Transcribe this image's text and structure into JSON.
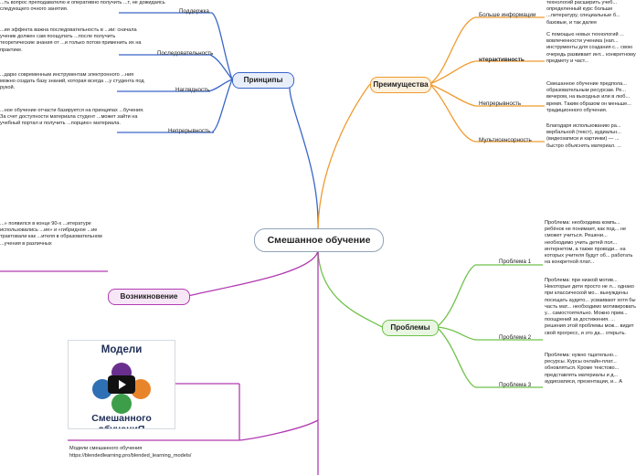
{
  "central": {
    "label": "Смешанное обучение"
  },
  "colors": {
    "principles": "#3a66c7",
    "advantages": "#f09a2e",
    "problems": "#6fc24a",
    "origin": "#b23bb2"
  },
  "principles": {
    "label": "Принципы",
    "items": [
      {
        "label": "Поддержка",
        "text": "...ть вопрос преподавателю и оперативно получить ...т, не дожидаясь следующего очного занятия."
      },
      {
        "label": "Последовательность",
        "text": "...ия эффекта важна последовательность в ...ии: сначала ученик должен сам поощупать ...после получить теоретические знания от ...и только потом применить их на практике."
      },
      {
        "label": "Наглядность",
        "text": "...дарю современным инструментам электронного ...ния можно создать базу знаний, которая всегда ...у студента под рукой."
      },
      {
        "label": "Непрерывность",
        "text": "...ное обучение отчасти базируется на принципах ...бучения. За счет доступности материала студент ...может зайти на учебный портал и получить ...порцию» материала."
      }
    ]
  },
  "advantages": {
    "label": "Преимущества",
    "items": [
      {
        "label": "Больше информации",
        "text": "технологий расширить учеб... определенный курс больше ...литературу, специальные б... базовые, и так далее"
      },
      {
        "label": "нтерактивность",
        "text": "С помощью новых технологий ... вовлеченности ученика (нап... инструменты для создания с... свою очередь развивает инт... конкретному предмету и част..."
      },
      {
        "label": "Непрерывность",
        "text": "Смешанное обучение предпола... образовательным ресурсам. Ре... вечером, на выходных или в люб... время. Таким образом он меньше... традиционного обучения."
      },
      {
        "label": "Мультисенсорность",
        "text": "Благодаря использованию ра... вербальной (текст), аудиальн... (видеозаписи и картинки) — ... быстро объяснять материал. ..."
      }
    ]
  },
  "problems": {
    "label": "Проблемы",
    "items": [
      {
        "label": "Проблема 1",
        "text": "Проблема: необходима компь... ребёнок не понимает, как под... не сможет учиться. Решени... необходимо учить детей пол... интернетом, а также проводи... на которых учителя будут об... работать на конкретной плат..."
      },
      {
        "label": "Проблема 2",
        "text": "Проблема: при низкой мотив... Некоторые дети просто не л... однако при классической мо... вынуждены посещать аудито... усваивают хотя бы часть мат... необходимо мотивировать у... самостоятельно. Можно прим... поощрений за достижения. ... решения этой проблемы мож... видит свой прогресс, и это да... открыть."
      },
      {
        "label": "Проблема 3",
        "text": "Проблема: нужно тщательно... ресурсы. Курсы онлайн-плат... обновляться. Кроме текстово... представлять материалы и д... аудиозаписи, презентации, и... А"
      }
    ]
  },
  "origin": {
    "label": "Возникновение",
    "text": "...» появился в конце 90-х ...итературе использовались ...ие» и «гибридное ...ие трактовали как ...ителя в образовательном ...учения в различных"
  },
  "image_card": {
    "title_top": "Модели",
    "title_bottom": "Смешанного обучениЯ"
  },
  "caption": {
    "line1": "Модели смешанного обучения",
    "line2": "https://blendedlearning.pro/blended_learning_models/"
  }
}
